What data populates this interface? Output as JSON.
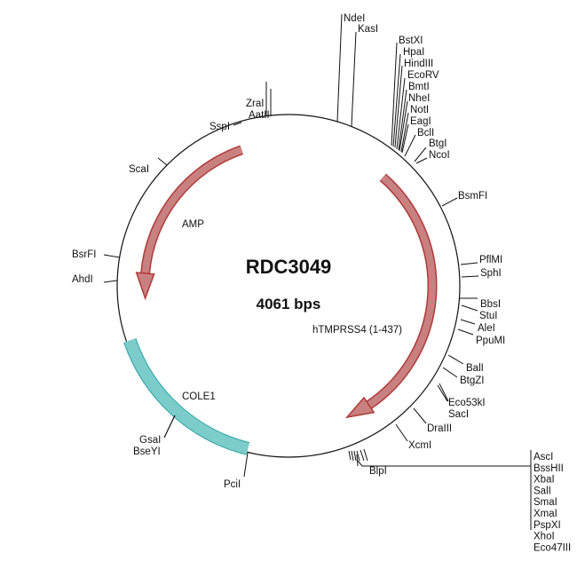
{
  "plasmid": {
    "name": "RDC3049",
    "size_label": "4061 bps"
  },
  "features": {
    "amp": {
      "label": "AMP",
      "color": "#c98080",
      "outline": "#b03a3a"
    },
    "htmprss4": {
      "label": "hTMPRSS4 (1-437)",
      "color": "#c98080",
      "outline": "#b03a3a"
    },
    "cole1": {
      "label": "COLE1",
      "color": "#7dcccc",
      "outline": "#2aa3a3"
    }
  },
  "sites": {
    "NdeI": "NdeI",
    "KasI": "KasI",
    "BstXI": "BstXI",
    "HpaI": "HpaI",
    "HindIII": "HindIII",
    "EcoRV": "EcoRV",
    "BmtI": "BmtI",
    "NheI": "NheI",
    "NotI": "NotI",
    "EagI": "EagI",
    "BclI": "BclI",
    "BtgI": "BtgI",
    "NcoI": "NcoI",
    "BsmFI": "BsmFI",
    "PflMI": "PflMI",
    "SphI": "SphI",
    "BbsI": "BbsI",
    "StuI": "StuI",
    "AleI": "AleI",
    "PpuMI": "PpuMI",
    "BalI": "BalI",
    "BtgZI": "BtgZI",
    "Eco53kI": "Eco53kI",
    "SacI": "SacI",
    "DraIII": "DraIII",
    "XcmI": "XcmI",
    "BlpI": "BlpI",
    "ZraI": "ZraI",
    "AatII": "AatII",
    "SspI": "SspI",
    "ScaI": "ScaI",
    "BsrFI": "BsrFI",
    "AhdI": "AhdI",
    "GsaI": "GsaI",
    "BseYI": "BseYI",
    "PciI": "PciI"
  },
  "mcs_list": [
    "AscI",
    "BssHII",
    "XbaI",
    "SalI",
    "SmaI",
    "XmaI",
    "PspXI",
    "XhoI",
    "Eco47III"
  ]
}
